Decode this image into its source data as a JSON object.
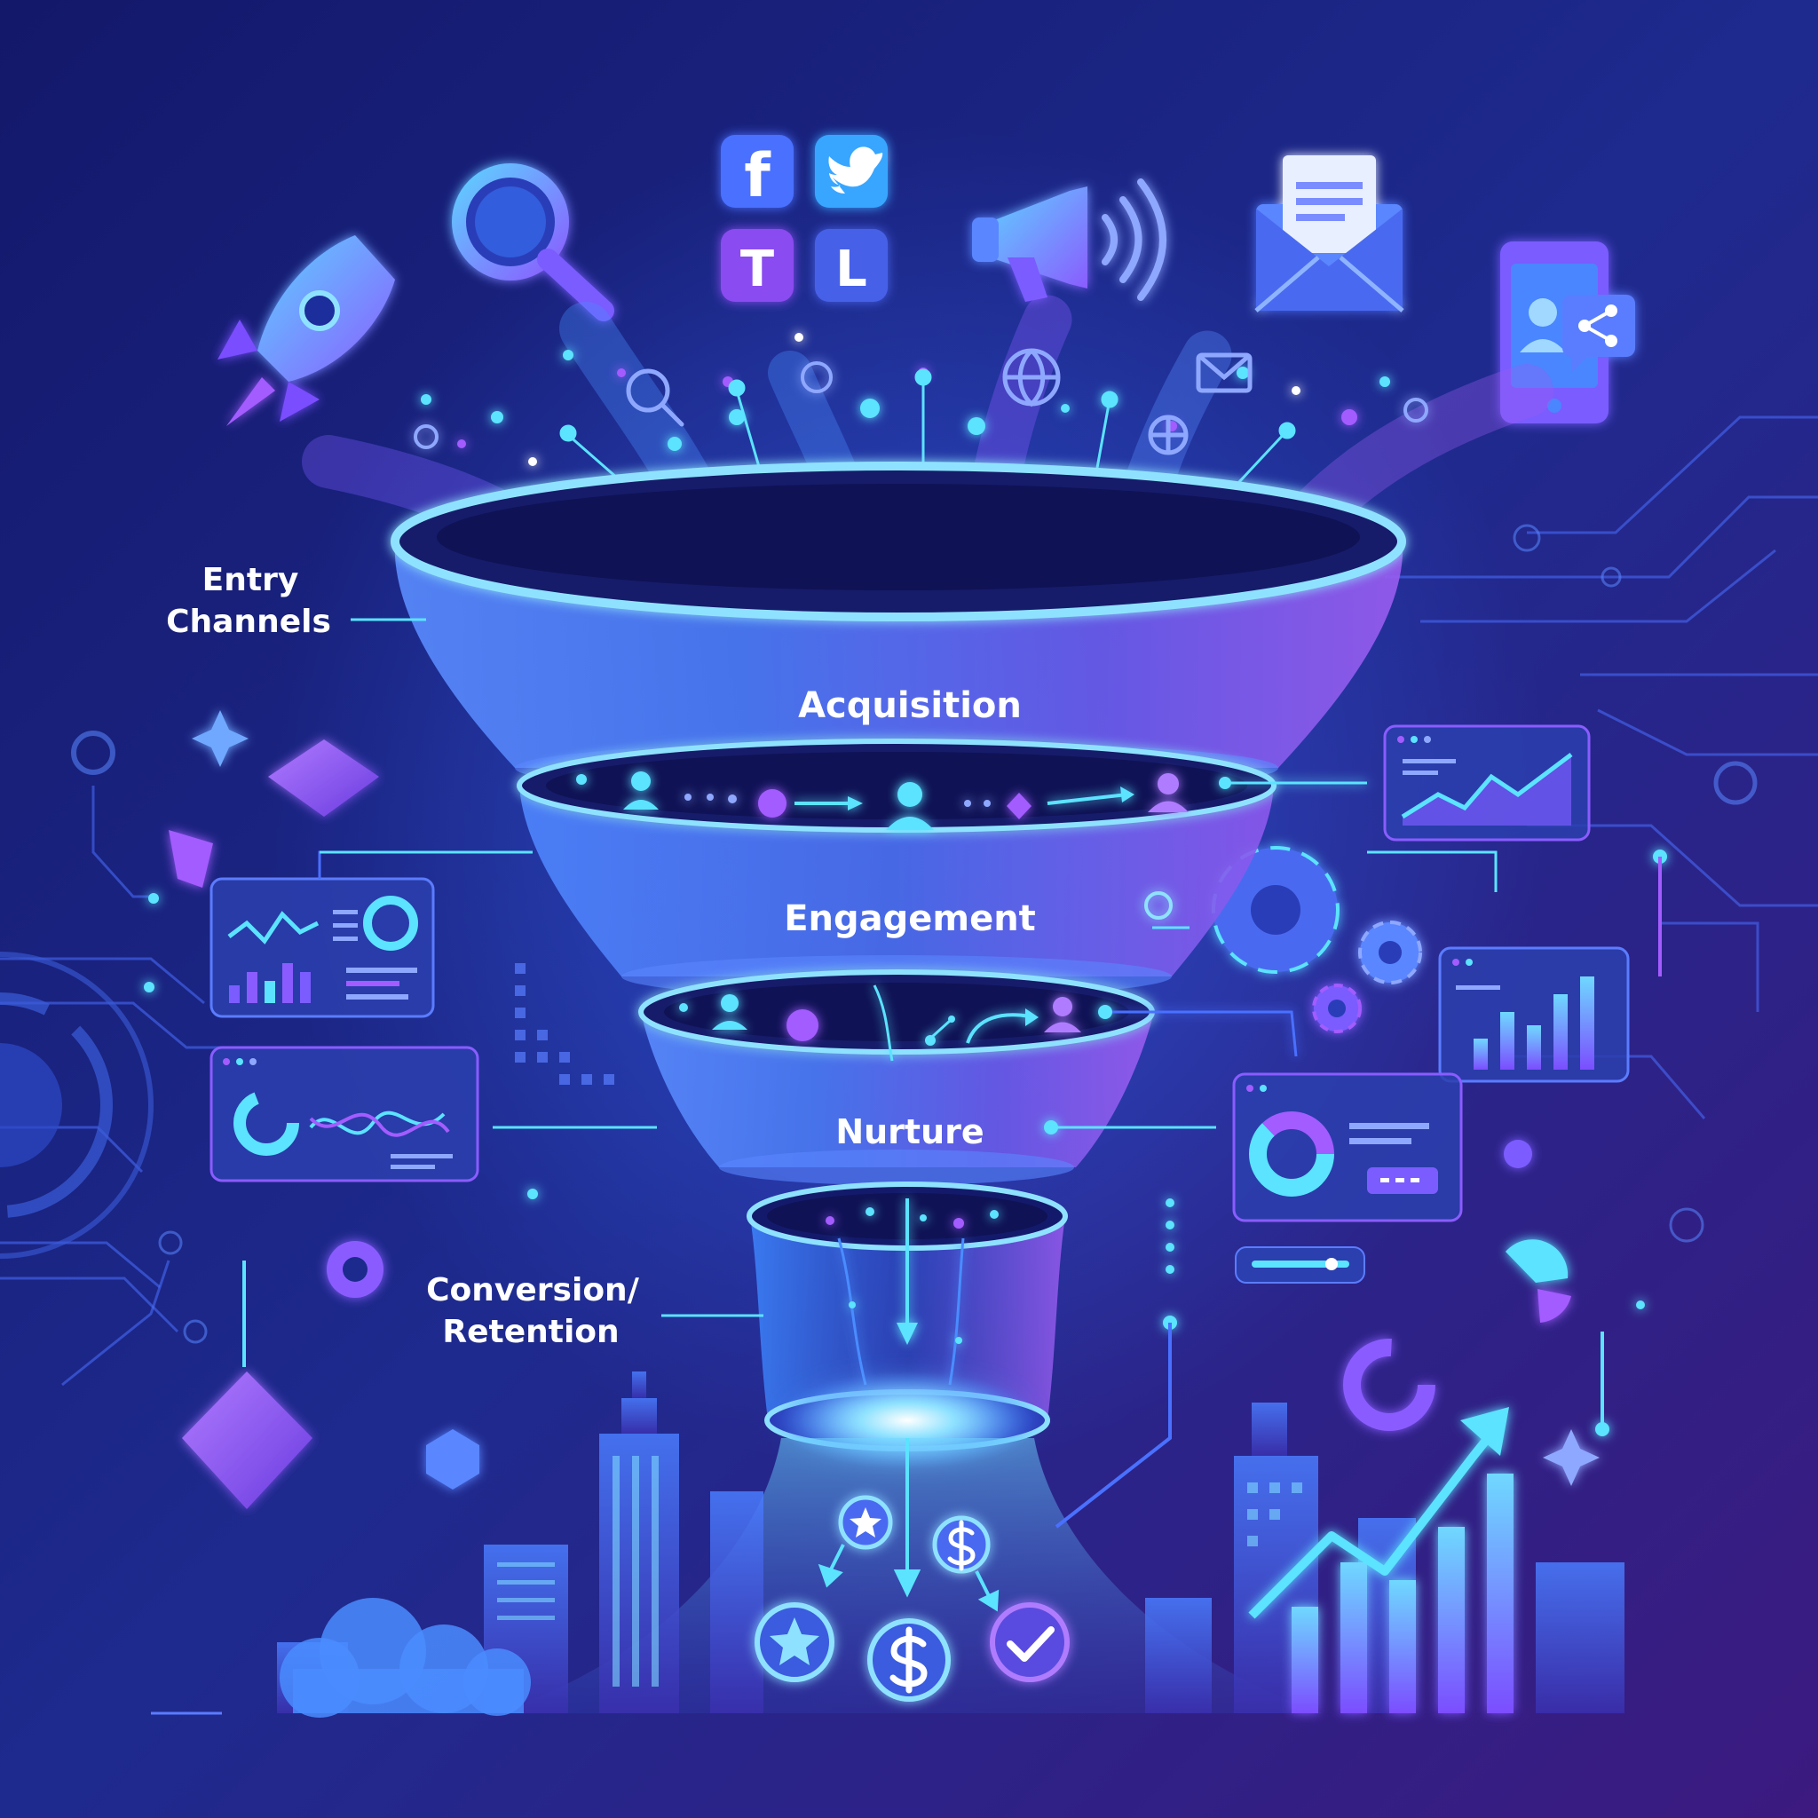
{
  "colors": {
    "bg_top": "#141a6b",
    "bg_bottom": "#3a1a7e",
    "accent_blue": "#3bb7ff",
    "accent_cyan": "#5be3ff",
    "accent_purple": "#a35cff",
    "accent_violet": "#7a4dff",
    "text": "#ffffff"
  },
  "labels": {
    "entry_l1": "Entry",
    "entry_l2": "Channels",
    "conversion_l1": "Conversion/",
    "conversion_l2": "Retention"
  },
  "stages": {
    "acquisition": "Acquisition",
    "engagement": "Engagement",
    "nurture": "Nurture"
  },
  "social_tiles": {
    "f": "f",
    "t": "T",
    "l": "L"
  },
  "icons": {
    "top": [
      "rocket-icon",
      "search-icon",
      "facebook-icon",
      "twitter-icon",
      "t-social-icon",
      "l-social-icon",
      "megaphone-icon",
      "email-icon",
      "mobile-share-icon"
    ],
    "outputs": [
      "star-coin-icon",
      "dollar-coin-icon",
      "check-coin-icon"
    ]
  }
}
